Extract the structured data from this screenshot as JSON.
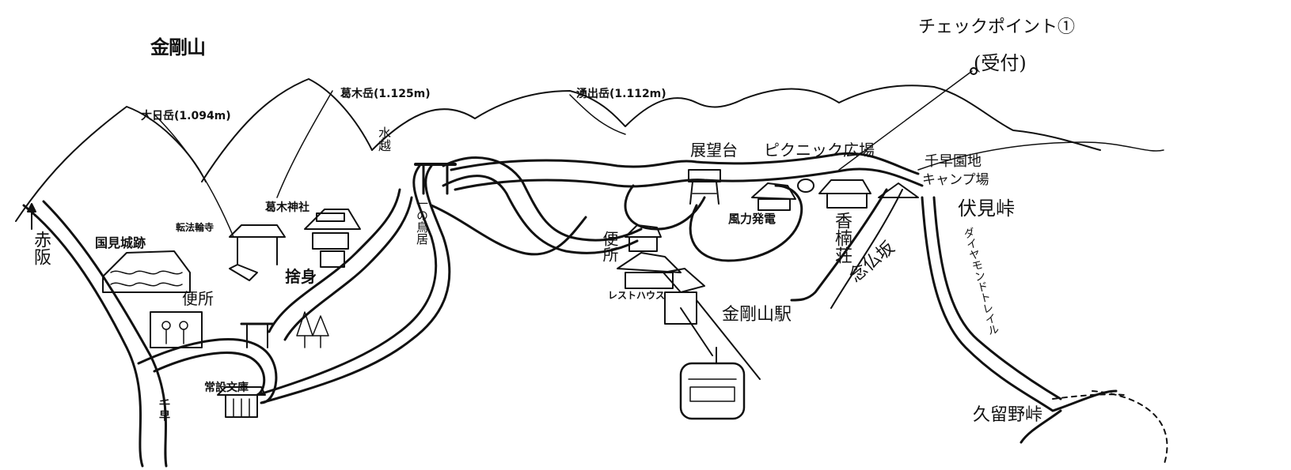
{
  "map": {
    "title": "金剛山",
    "checkpoint": {
      "label": "チェックポイント①",
      "sub": "(受付)"
    },
    "peaks": [
      {
        "name": "大日岳(1.094m)"
      },
      {
        "name": "葛木岳(1.125m)"
      },
      {
        "name": "湧出岳(1.112m)"
      }
    ],
    "places": {
      "akasaka": "赤阪",
      "kokenjo": "国見城跡",
      "tenpou": "転法輪寺",
      "katsuragi_shrine": "葛木神社",
      "shari": "捨身",
      "benjo1": "便所",
      "chihaya_low": "千早",
      "sekaibunko": "常設文庫",
      "mizukoshi": "水越",
      "torii": "一の鳥居",
      "tenboudai": "展望台",
      "picnic": "ピクニック広場",
      "furyoku": "風力発電",
      "benjo2": "便所",
      "resthouse": "レストハウス",
      "kongosan_station": "金剛山駅",
      "kanon": "香楠荘",
      "nenbutsu": "念仏坂",
      "chihaya_camp": "千早園地",
      "camp": "キャンプ場",
      "fushimi": "伏見峠",
      "diamond": "ダイヤモンドトレイル",
      "kuruno": "久留野峠"
    }
  },
  "colors": {
    "ink": "#111111",
    "paper": "#ffffff"
  }
}
